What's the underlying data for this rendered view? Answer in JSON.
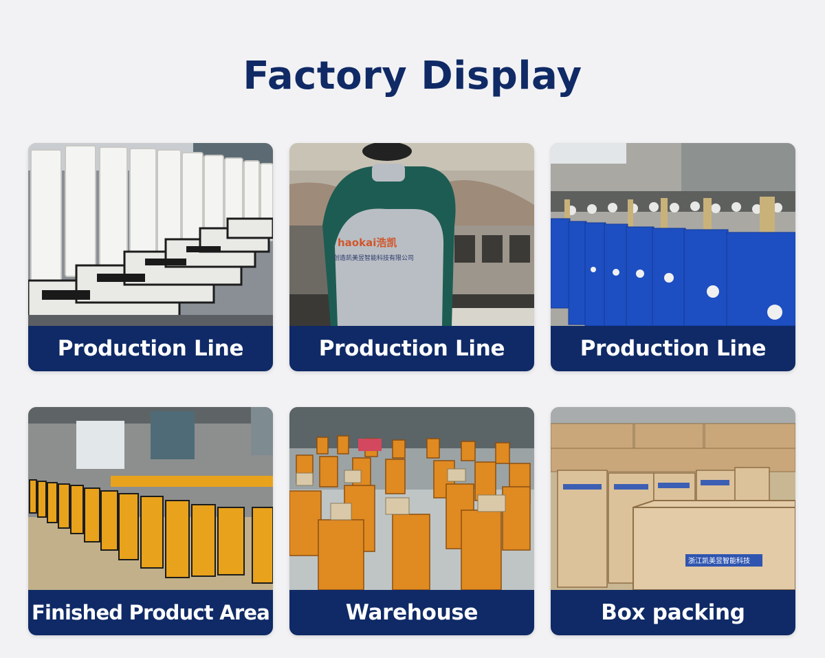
{
  "title": "Factory Display",
  "colors": {
    "title": "#102a66",
    "caption_bg": "#0f2a66",
    "page_bg": "#f2f2f4"
  },
  "cards": [
    {
      "caption": "Production Line"
    },
    {
      "caption": "Production Line"
    },
    {
      "caption": "Production Line"
    },
    {
      "caption": "Finished Product Area"
    },
    {
      "caption": "Warehouse"
    },
    {
      "caption": "Box packing"
    }
  ],
  "uniform_logo": "haokai浩凯",
  "uniform_text": "创造凯美昱智能科技有限公司",
  "box_label": "浙江凯美昱智能科技"
}
